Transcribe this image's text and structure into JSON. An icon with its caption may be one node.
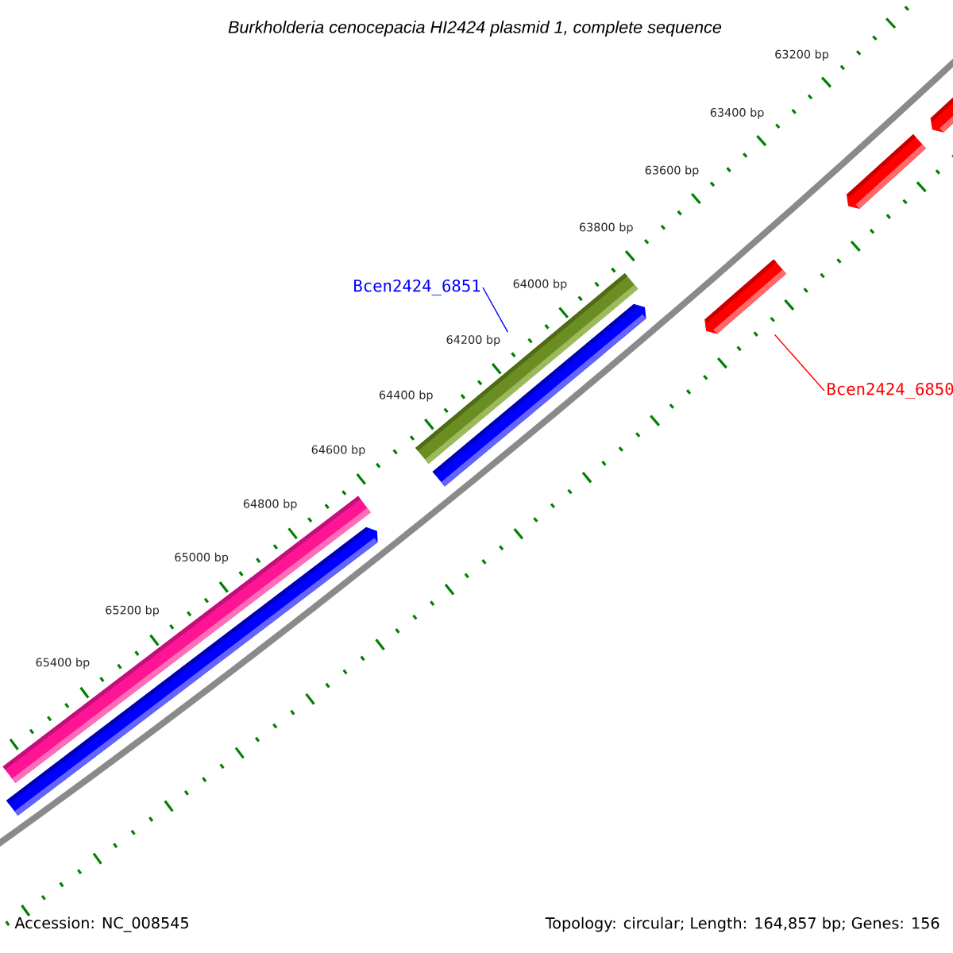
{
  "diagram": {
    "title": "Burkholderia cenocepacia HI2424 plasmid 1, complete sequence",
    "nodes": [
      {
        "text": [
          "Bcen2424_6851"
        ]
      },
      {
        "text": [
          "Bcen2424_6850"
        ]
      },
      {
        "text": [],
        "shape": "bar"
      },
      {
        "text": [],
        "shape": "bar"
      },
      {
        "text": [],
        "shape": "bar"
      },
      {
        "text": [],
        "shape": "bar"
      },
      {
        "text": [],
        "shape": "bar"
      },
      {
        "text": [],
        "shape": "bar"
      },
      {
        "text": [],
        "shape": "bar"
      }
    ],
    "edges": [
      {
        "from": 0,
        "to": 5,
        "arrow": "none",
        "color": "#0000ff"
      },
      {
        "from": 1,
        "to": 6,
        "arrow": "none",
        "color": "#ff0000"
      }
    ],
    "labels": [
      "63200 bp",
      "63400 bp",
      "63600 bp",
      "63800 bp",
      "64000 bp",
      "64200 bp",
      "64400 bp",
      "64600 bp",
      "64800 bp",
      "65000 bp",
      "65200 bp",
      "65400 bp",
      "Accession: NC_008545",
      "Topology: circular; Length: 164,857 bp; Genes: 156"
    ]
  }
}
